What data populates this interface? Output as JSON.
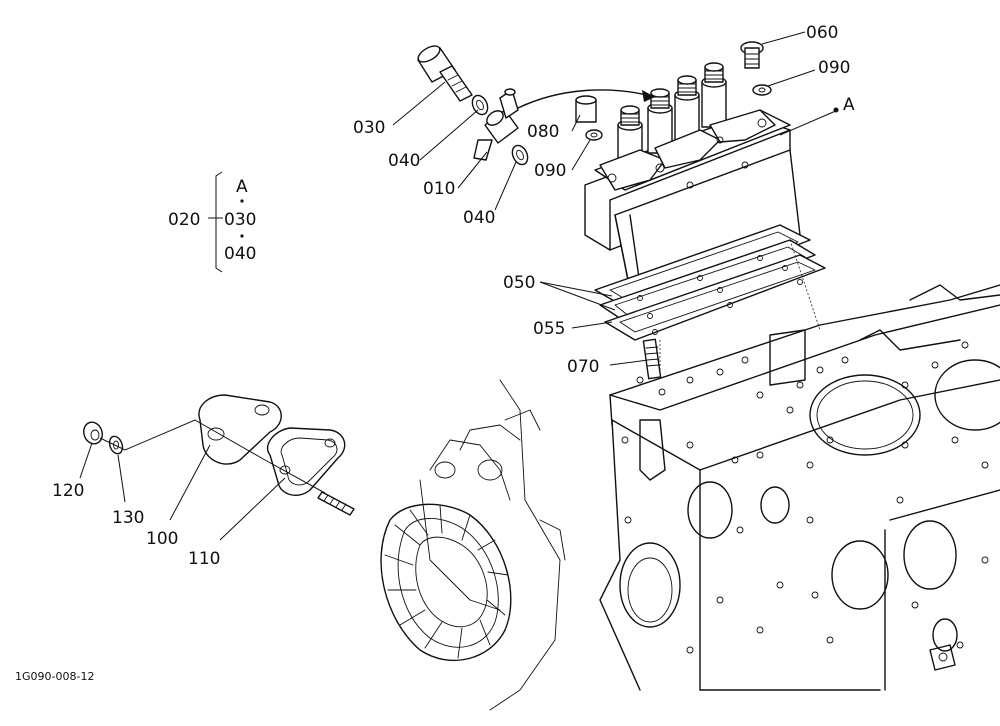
{
  "callouts": {
    "p010": "010",
    "p020": "020",
    "p030": "030",
    "p030b": "030",
    "p040a": "040",
    "p040b": "040",
    "p040c": "040",
    "p050": "050",
    "p055": "055",
    "p060": "060",
    "p070": "070",
    "p080": "080",
    "p090a": "090",
    "p090b": "090",
    "p100": "100",
    "p110": "110",
    "p120": "120",
    "p130": "130",
    "refA": "A",
    "refA2": "A"
  },
  "drawing_code": "1G090-008-12"
}
